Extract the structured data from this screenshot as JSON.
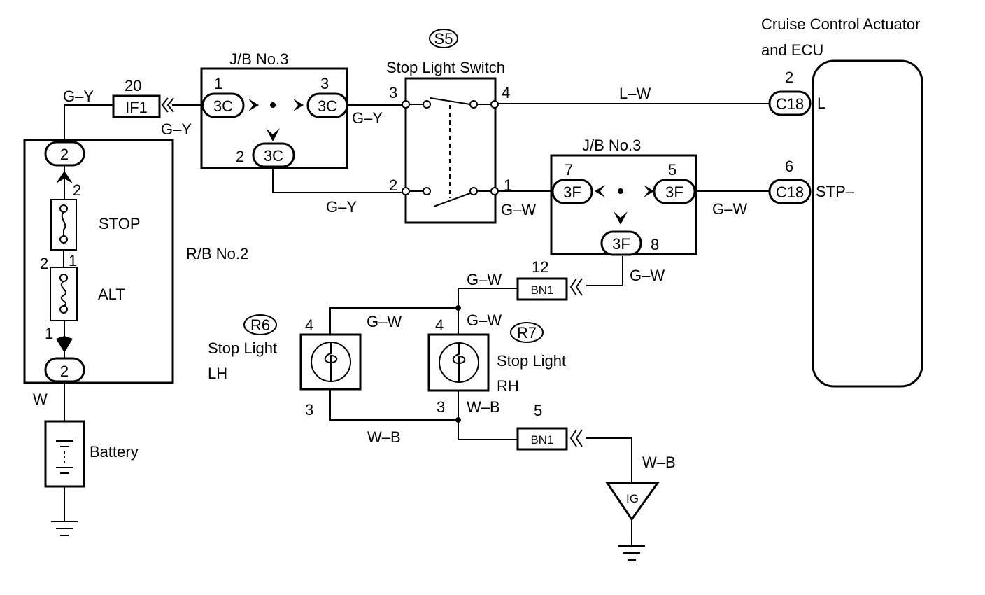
{
  "labels": {
    "ecu_title_1": "Cruise Control Actuator",
    "ecu_title_2": "and ECU",
    "s5_id": "S5",
    "stop_light_switch": "Stop Light Switch",
    "jb3_top": "J/B No.3",
    "jb3_right": "J/B No.3",
    "rb2": "R/B No.2",
    "stop_fuse": "STOP",
    "alt_fuse": "ALT",
    "battery": "Battery",
    "r6_id": "R6",
    "r7_id": "R7",
    "stop_light_lh_1": "Stop Light",
    "stop_light_lh_2": "LH",
    "stop_light_rh_1": "Stop Light",
    "stop_light_rh_2": "RH",
    "ecu_pin_l": "L",
    "ecu_pin_stp": "STP–"
  },
  "connectors": {
    "if1": "IF1",
    "c3_left": "3C",
    "c3_right": "3C",
    "c3_bottom": "3C",
    "f3_left": "3F",
    "f3_right": "3F",
    "f3_bottom": "3F",
    "c18_top": "C18",
    "c18_bottom": "C18",
    "bn1_top": "BN1",
    "bn1_bottom": "BN1",
    "ig": "IG",
    "rb_top": "2",
    "rb_bottom": "2"
  },
  "pins": {
    "if1_pin": "20",
    "c3_left_pin": "1",
    "c3_right_pin": "3",
    "c3_bottom_pin": "2",
    "sw_pin3": "3",
    "sw_pin4": "4",
    "sw_pin2": "2",
    "sw_pin1": "1",
    "c18_top_pin": "2",
    "c18_bottom_pin": "6",
    "f3_left_pin": "7",
    "f3_right_pin": "5",
    "f3_bottom_pin": "8",
    "bn1_top_pin": "12",
    "bn1_bottom_pin": "5",
    "stop_top_pin": "2",
    "stop_bottom_pin": "1",
    "alt_top_pin": "2",
    "alt_bottom_pin": "1",
    "lh_pin4": "4",
    "lh_pin3": "3",
    "rh_pin4": "4",
    "rh_pin3": "3"
  },
  "wires": {
    "gy_top": "G–Y",
    "gy_if1": "G–Y",
    "gy_sw3": "G–Y",
    "gy_sw2": "G–Y",
    "lw": "L–W",
    "gw_sw1": "G–W",
    "gw_stp": "G–W",
    "gw_3f8": "G–W",
    "gw_bn1": "G–W",
    "gw_lh": "G–W",
    "gw_rh": "G–W",
    "w_batt": "W",
    "wb_rh": "W–B",
    "wb_lh": "W–B",
    "wb_ig": "W–B"
  }
}
